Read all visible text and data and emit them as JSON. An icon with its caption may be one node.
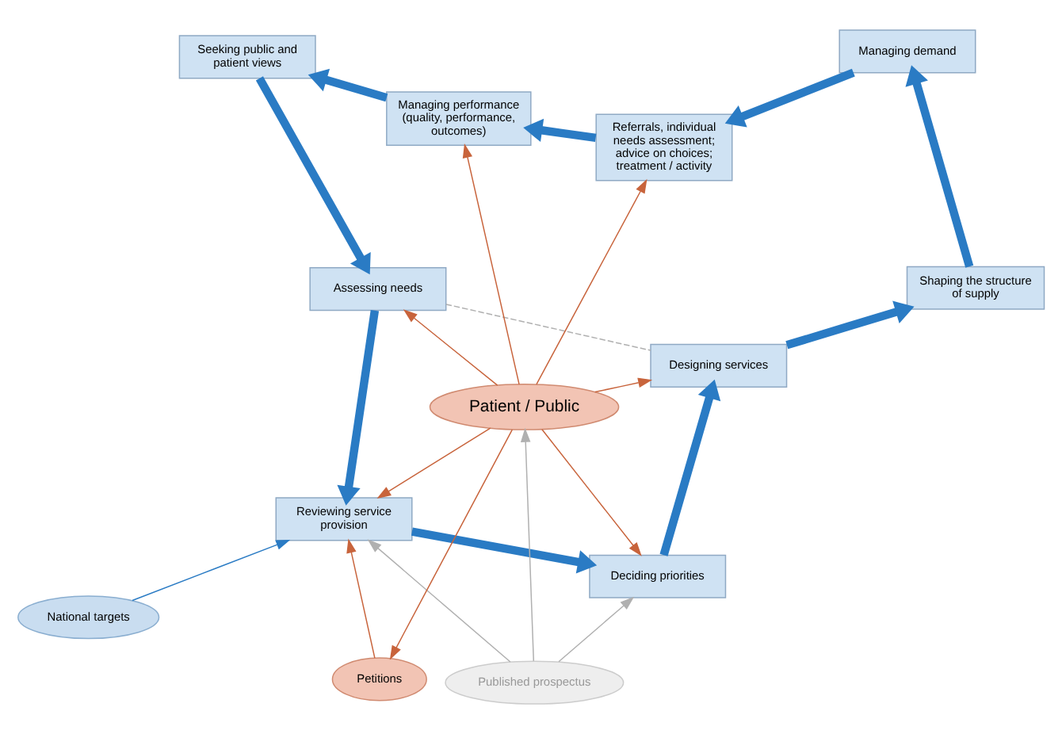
{
  "diagram": {
    "nodes": [
      {
        "text": [
          "National targets"
        ]
      },
      {
        "text": [
          "Reviewing service provision"
        ]
      },
      {
        "text": [
          "Deciding priorities"
        ]
      },
      {
        "text": [
          "Assessing needs"
        ]
      },
      {
        "text": [
          "Published prospectus"
        ]
      },
      {
        "text": [
          "Designing services"
        ]
      },
      {
        "text": [
          "Petitions"
        ]
      },
      {
        "text": [
          "Patient / Public"
        ]
      },
      {
        "text": [
          "Seeking public and patient views"
        ]
      },
      {
        "text": [
          "Shaping the structure of supply"
        ]
      },
      {
        "text": [
          "Managing performance (quality, performance, outcomes)"
        ]
      },
      {
        "text": [
          "Referrals, individual needs assessment; advice on choices; treatment / activity"
        ]
      },
      {
        "text": [
          "Managing demand"
        ]
      }
    ],
    "edges": [
      {
        "from": 0,
        "to": 1,
        "arrow": "to"
      },
      {
        "from": 1,
        "to": 2,
        "arrow": "to",
        "style": "thick"
      },
      {
        "from": 2,
        "to": 5,
        "arrow": "to",
        "style": "thick"
      },
      {
        "from": 5,
        "to": 9,
        "arrow": "to",
        "style": "thick"
      },
      {
        "from": 9,
        "to": 12,
        "arrow": "to",
        "style": "thick"
      },
      {
        "from": 12,
        "to": 11,
        "arrow": "to",
        "style": "thick"
      },
      {
        "from": 11,
        "to": 10,
        "arrow": "to",
        "style": "thick"
      },
      {
        "from": 10,
        "to": 8,
        "arrow": "to",
        "style": "thick"
      },
      {
        "from": 8,
        "to": 3,
        "arrow": "to",
        "style": "thick"
      },
      {
        "from": 3,
        "to": 1,
        "arrow": "to",
        "style": "thick"
      },
      {
        "from": 4,
        "to": 1,
        "arrow": "to",
        "color": "#b0b0b0"
      },
      {
        "from": 4,
        "to": 2,
        "arrow": "to",
        "color": "#b0b0b0"
      },
      {
        "from": 4,
        "to": 7,
        "arrow": "to",
        "color": "#b0b0b0"
      },
      {
        "from": 3,
        "to": 5,
        "arrow": "none",
        "style": "dashed",
        "color": "#b0b0b0"
      },
      {
        "from": 6,
        "to": 1,
        "arrow": "to",
        "color": "#c8643c"
      },
      {
        "from": 7,
        "to": 1,
        "arrow": "to",
        "color": "#c8643c"
      },
      {
        "from": 7,
        "to": 2,
        "arrow": "to",
        "color": "#c8643c"
      },
      {
        "from": 7,
        "to": 3,
        "arrow": "to",
        "color": "#c8643c"
      },
      {
        "from": 7,
        "to": 5,
        "arrow": "to",
        "color": "#c8643c"
      },
      {
        "from": 7,
        "to": 6,
        "arrow": "to",
        "color": "#c8643c"
      },
      {
        "from": 7,
        "to": 10,
        "arrow": "to",
        "color": "#c8643c"
      },
      {
        "from": 7,
        "to": 11,
        "arrow": "to",
        "color": "#c8643c"
      }
    ]
  }
}
